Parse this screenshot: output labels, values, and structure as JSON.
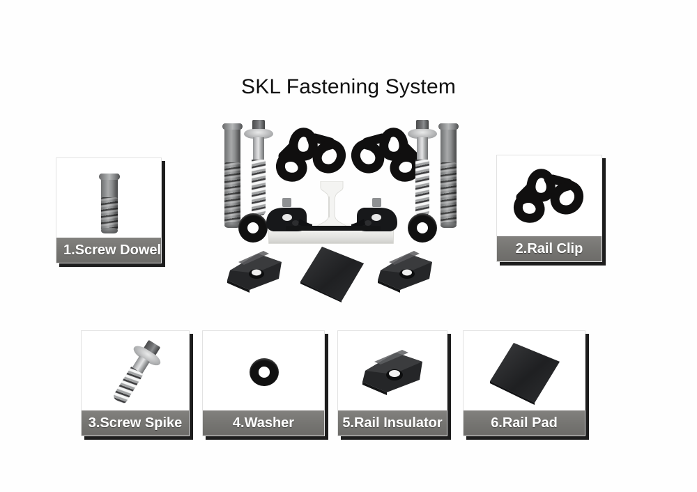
{
  "page": {
    "title": "SKL Fastening System",
    "background_color": "#fefefe"
  },
  "theme": {
    "label_bar_color": "#757471",
    "label_text_color": "#ffffff",
    "card_border_color": "#e2e2e2",
    "card_shadow_color": "#1d1d1d",
    "metal_gray": "#8b8d8e",
    "part_black": "#111111",
    "rail_light": "#f1f1ef"
  },
  "cards": [
    {
      "id": "card-1",
      "number": "1.",
      "name": "Screw Dowel",
      "label": "1.Screw Dowel",
      "icon": "screw-dowel-icon",
      "align": "left"
    },
    {
      "id": "card-2",
      "number": "2.",
      "name": "Rail Clip",
      "label": "2.Rail Clip",
      "icon": "rail-clip-icon",
      "align": "center"
    },
    {
      "id": "card-3",
      "number": "3.",
      "name": "Screw Spike",
      "label": "3.Screw Spike",
      "icon": "screw-spike-icon",
      "align": "center"
    },
    {
      "id": "card-4",
      "number": "4.",
      "name": "Washer",
      "label": "4.Washer",
      "icon": "washer-icon",
      "align": "center"
    },
    {
      "id": "card-5",
      "number": "5.",
      "name": "Rail Insulator",
      "label": "5.Rail Insulator",
      "icon": "rail-insulator-icon",
      "align": "center"
    },
    {
      "id": "card-6",
      "number": "6.",
      "name": "Rail Pad",
      "label": "6.Rail Pad",
      "icon": "rail-pad-icon",
      "align": "center"
    }
  ],
  "central_assembly": {
    "description": "Exploded SKL rail fastening assembly",
    "components": [
      "screw-dowel-left",
      "screw-spike-left",
      "rail-clip-left",
      "washer-left",
      "rail-profile",
      "sleeper-block",
      "rail-insulator-left",
      "rail-pad",
      "rail-insulator-right",
      "washer-right",
      "rail-clip-right",
      "screw-spike-right",
      "screw-dowel-right"
    ]
  }
}
